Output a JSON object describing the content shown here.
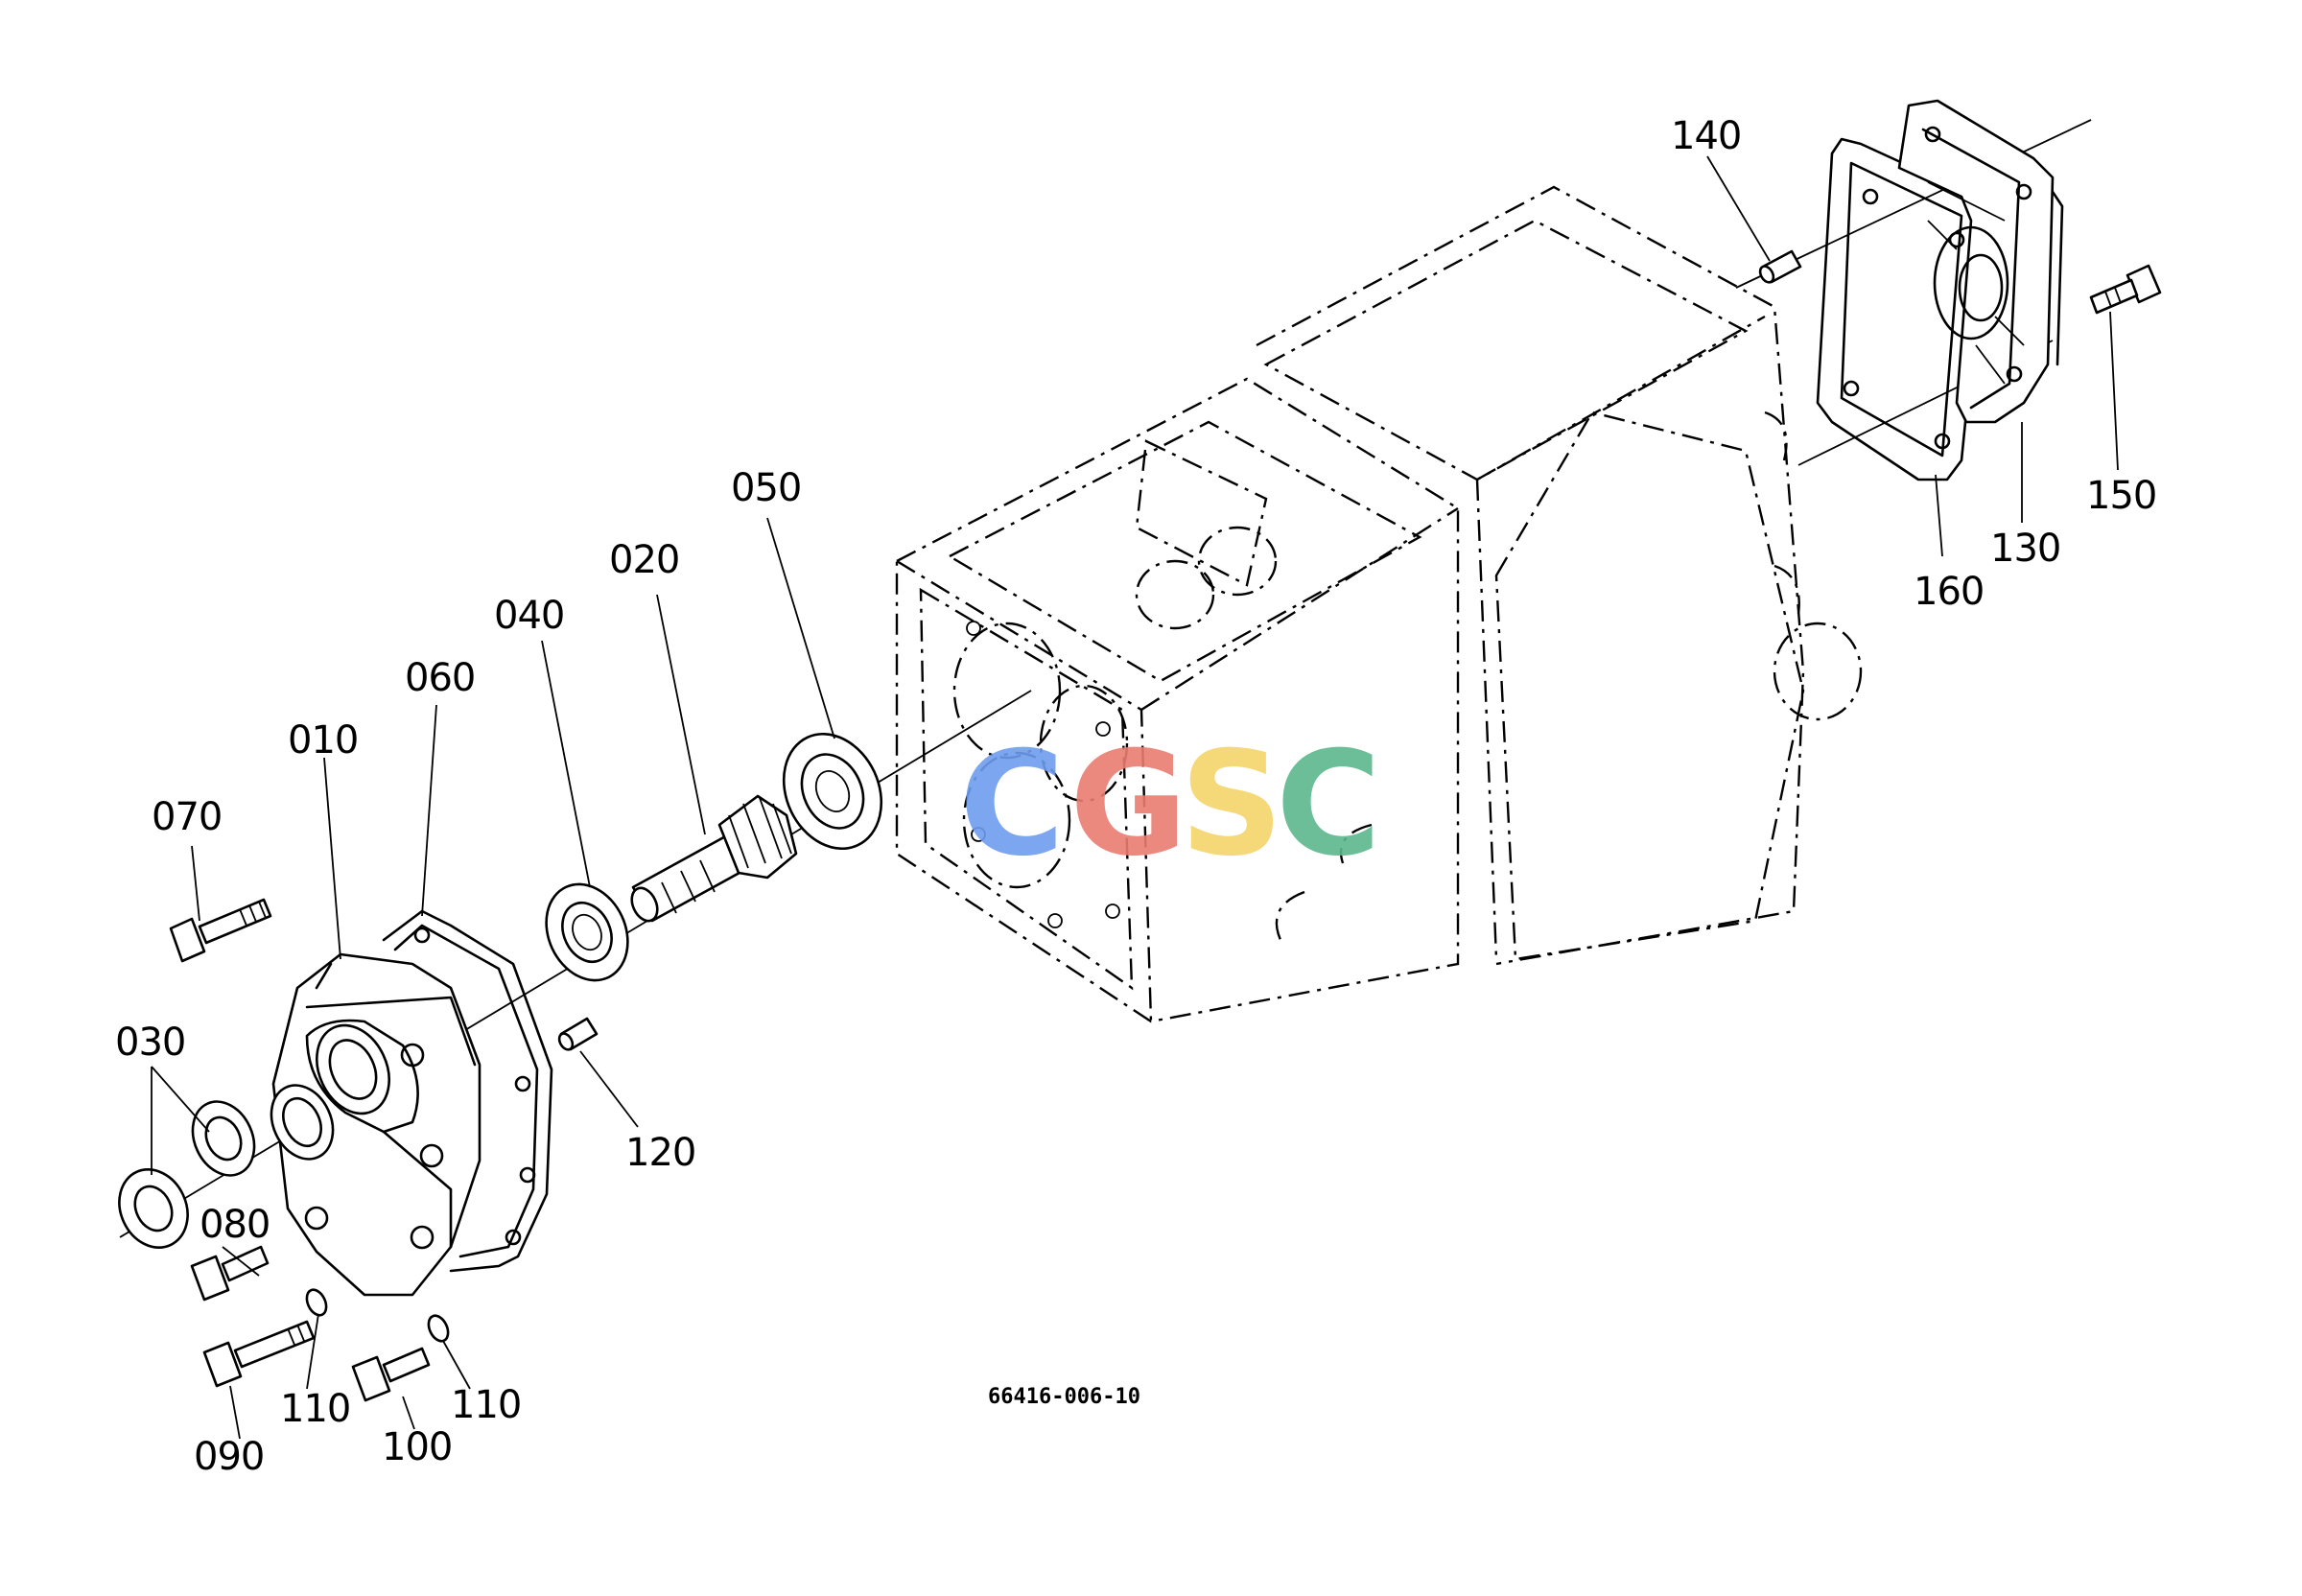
{
  "diagram": {
    "drawing_code": "66416-006-10",
    "watermark": {
      "letters": [
        "C",
        "G",
        "S",
        "C"
      ],
      "colors": [
        "#6f9df0",
        "#ea7d72",
        "#f5d46a",
        "#5bb88c"
      ]
    },
    "part_labels": {
      "p010": "010",
      "p020": "020",
      "p030": "030",
      "p040": "040",
      "p050": "050",
      "p060": "060",
      "p070": "070",
      "p080": "080",
      "p090": "090",
      "p100": "100",
      "p110a": "110",
      "p110b": "110",
      "p120": "120",
      "p130": "130",
      "p140": "140",
      "p150": "150",
      "p160": "160"
    }
  }
}
